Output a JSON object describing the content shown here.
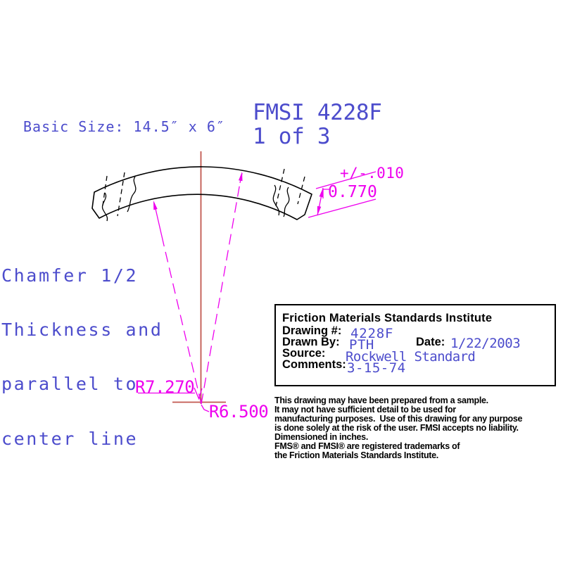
{
  "drawing": {
    "basic_size": "Basic Size: 14.5″ x 6″",
    "title_line1": "FMSI 4228F",
    "title_line2": "1 of 3",
    "chamfer_note": [
      "Chamfer 1/2",
      "Thickness and",
      "parallel to",
      "center line"
    ],
    "dimensions": {
      "tolerance": "+/-.010",
      "thickness": "0.770",
      "outer_radius": "R7.270",
      "inner_radius": "R6.500"
    }
  },
  "title_block": {
    "institute": "Friction Materials Standards Institute",
    "drawing_number_label": "Drawing #:",
    "drawing_number": "4228F",
    "drawn_by_label": "Drawn By:",
    "drawn_by": "PTH",
    "date_label": "Date:",
    "date": "1/22/2003",
    "source_label": "Source:",
    "source": "Rockwell Standard",
    "comments_label": "Comments:",
    "comments": "3-15-74"
  },
  "disclaimer": {
    "lines": [
      "This drawing may have been prepared from a sample.",
      "It may not have sufficient detail to be used for",
      "manufacturing purposes.  Use of this drawing for any purpose",
      "is done solely at the risk of the user. FMSI accepts no liability.",
      "Dimensioned in inches.",
      "FMS® and FMSI® are registered trademarks of",
      "the Friction Materials Standards Institute."
    ]
  },
  "colors": {
    "annotation_blue": "#4c4ccc",
    "dimension_magenta": "#ee00ee",
    "centerline_red": "#c2574f",
    "line_black": "#000000"
  }
}
